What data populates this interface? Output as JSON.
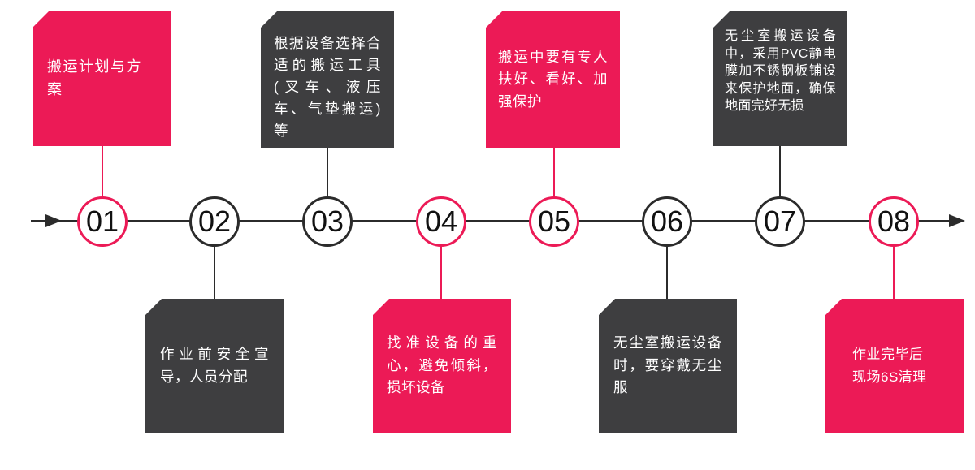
{
  "colors": {
    "accent_pink": "#EC1A56",
    "dark_gray": "#3E3E40",
    "axis_black": "#2B2B2B",
    "step_number_color": "#111111",
    "box_text_color": "#FFFFFF",
    "background": "#FFFFFF"
  },
  "timeline": {
    "direction": "left-to-right",
    "steps": [
      {
        "number": "01",
        "theme": "pink",
        "box_position": "above",
        "text": "搬运计划与方案"
      },
      {
        "number": "02",
        "theme": "dark",
        "box_position": "below",
        "text": "作业前安全宣导，人员分配"
      },
      {
        "number": "03",
        "theme": "dark",
        "box_position": "above",
        "text": "根据设备选择合适的搬运工具(叉车、液压车、气垫搬运)等"
      },
      {
        "number": "04",
        "theme": "pink",
        "box_position": "below",
        "text": "找准设备的重心，避免倾斜，损坏设备"
      },
      {
        "number": "05",
        "theme": "pink",
        "box_position": "above",
        "text": "搬运中要有专人扶好、看好、加强保护"
      },
      {
        "number": "06",
        "theme": "dark",
        "box_position": "below",
        "text": "无尘室搬运设备时，要穿戴无尘服"
      },
      {
        "number": "07",
        "theme": "dark",
        "box_position": "above",
        "text": "无尘室搬运设备中，采用PVC静电膜加不锈钢板铺设来保护地面，确保地面完好无损"
      },
      {
        "number": "08",
        "theme": "pink",
        "box_position": "below",
        "text": "作业完毕后现场6S清理"
      }
    ]
  }
}
